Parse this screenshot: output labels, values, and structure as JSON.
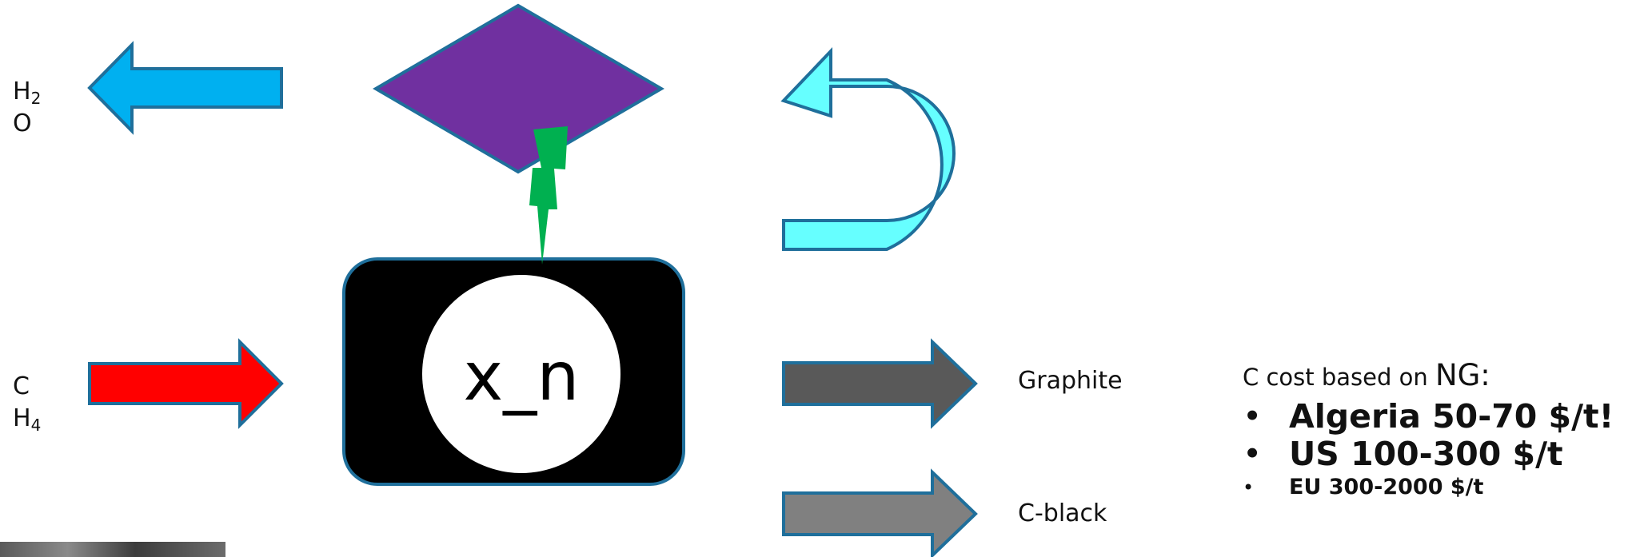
{
  "outputs": {
    "water": {
      "line1": "H",
      "sub": "2",
      "line2": "O"
    },
    "graphite_label": "Graphite",
    "cblack_label": "C-black"
  },
  "inputs": {
    "methane": {
      "line1": "C",
      "line2": "H",
      "sub": "4"
    }
  },
  "reactor": {
    "logo_text": "x_n"
  },
  "cost": {
    "heading_prefix": "C cost based on ",
    "heading_ng": "NG:",
    "items": [
      {
        "text": "Algeria 50-70 $/t!"
      },
      {
        "text": "US 100-300 $/t"
      },
      {
        "text": "EU 300-2000 $/t"
      }
    ]
  },
  "colors": {
    "water_arrow": "#00b0f0",
    "methane_arrow": "#ff0000",
    "recycle_arrow": "#66ffff",
    "graphite_arrow": "#595959",
    "cblack_arrow": "#808080",
    "catalyst_diamond": "#7030a0",
    "energy_bolt": "#00b050",
    "reactor_box": "#000000",
    "outline": "#1f6f9b"
  },
  "icons": {
    "catalyst": "diamond",
    "energy": "lightning-bolt",
    "recycle": "u-turn-arrow"
  }
}
